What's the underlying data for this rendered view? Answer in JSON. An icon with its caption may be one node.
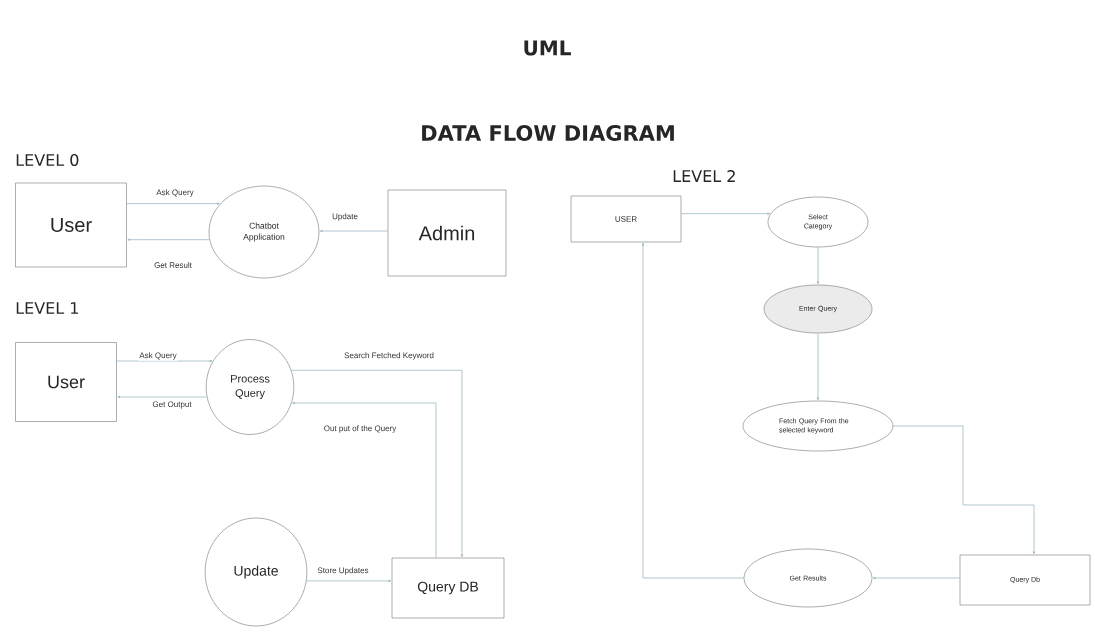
{
  "diagram": {
    "title": "UML",
    "nodes": [
      {
        "text": [
          "User"
        ]
      },
      {
        "text": [
          "Chatbot Application"
        ]
      },
      {
        "text": [
          "Admin"
        ]
      },
      {
        "text": [
          "User"
        ]
      },
      {
        "text": [
          "Process Query"
        ]
      },
      {
        "text": [
          "Update"
        ]
      },
      {
        "text": [
          "Query DB"
        ]
      },
      {
        "text": [
          "USER"
        ]
      },
      {
        "text": [
          "Select Category"
        ]
      },
      {
        "text": [
          "Enter Query"
        ]
      },
      {
        "text": [
          "Fetch Query From the selected keyword"
        ]
      },
      {
        "text": [
          "Get Results"
        ]
      },
      {
        "text": [
          "Query Db"
        ]
      }
    ],
    "edges": [
      {
        "from": 0,
        "to": 1,
        "arrow": "to",
        "label": "Ask Query"
      },
      {
        "from": 1,
        "to": 0,
        "arrow": "to",
        "label": "Get Result"
      },
      {
        "from": 2,
        "to": 1,
        "arrow": "to",
        "label": "Update"
      },
      {
        "from": 3,
        "to": 4,
        "arrow": "to",
        "label": "Ask Query"
      },
      {
        "from": 4,
        "to": 3,
        "arrow": "to",
        "label": "Get Output"
      },
      {
        "from": 4,
        "to": 6,
        "arrow": "to",
        "label": "Search Fetched Keyword"
      },
      {
        "from": 6,
        "to": 4,
        "arrow": "to",
        "label": "Out put of the Query"
      },
      {
        "from": 5,
        "to": 6,
        "arrow": "to",
        "label": "Store Updates"
      },
      {
        "from": 7,
        "to": 8,
        "arrow": "to"
      },
      {
        "from": 8,
        "to": 9,
        "arrow": "to"
      },
      {
        "from": 9,
        "to": 10,
        "arrow": "to"
      },
      {
        "from": 10,
        "to": 12,
        "arrow": "to"
      },
      {
        "from": 12,
        "to": 11,
        "arrow": "to"
      },
      {
        "from": 11,
        "to": 7,
        "arrow": "to"
      }
    ],
    "labels": [
      "DATA FLOW DIAGRAM",
      "LEVEL 0",
      "LEVEL 2",
      "LEVEL 1"
    ]
  }
}
